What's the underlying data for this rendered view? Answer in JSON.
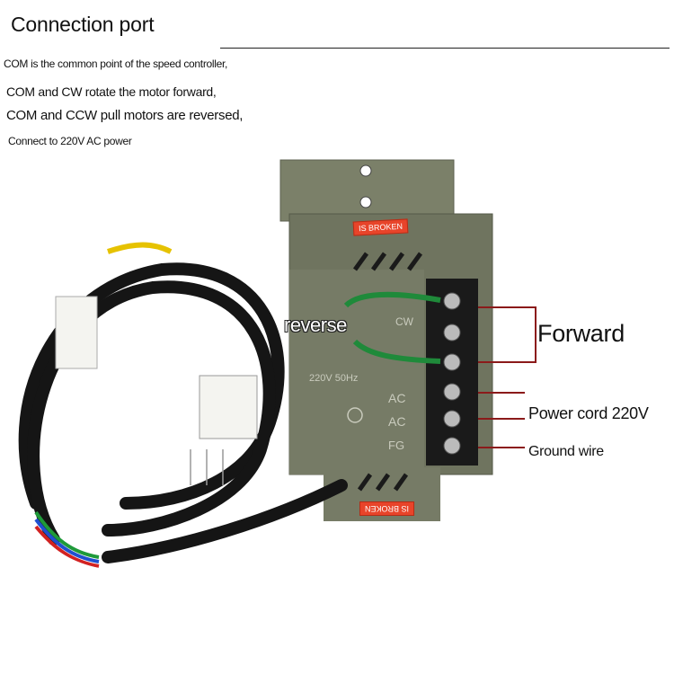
{
  "header": {
    "title": "Connection port"
  },
  "descriptions": [
    "COM is the common point of the speed controller,",
    "COM and CW rotate the motor forward,",
    "COM and CCW pull motors are reversed,",
    "Connect to 220V AC power"
  ],
  "callouts": {
    "reverse": "reverse",
    "forward": "Forward",
    "power": "Power cord 220V",
    "ground": "Ground wire"
  },
  "device": {
    "tag_text": "IS BROKEN",
    "panel_labels": [
      "CW",
      "220V 50Hz",
      "AC",
      "AC",
      "FG"
    ]
  },
  "colors": {
    "housing": "#6f745f",
    "terminal_block": "#1a1a1a",
    "arrow_line": "#8b1a1a",
    "tag": "#e8442a",
    "cable": "#151515"
  }
}
